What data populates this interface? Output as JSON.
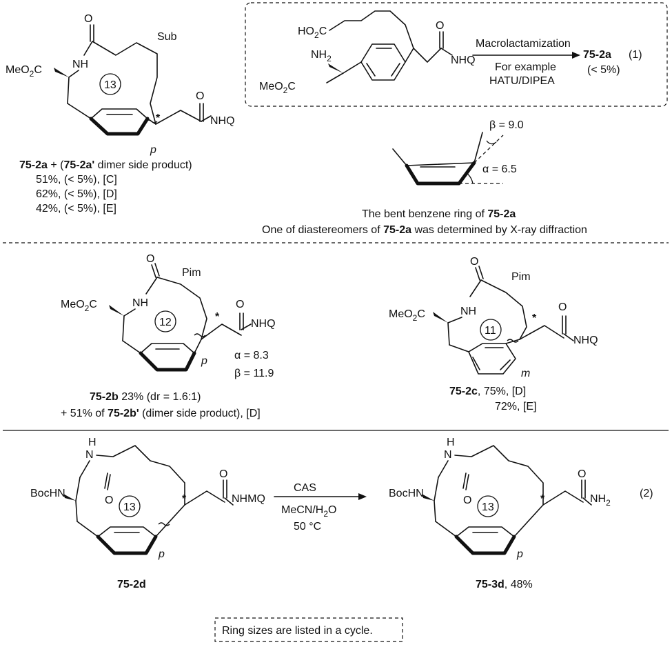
{
  "panel1": {
    "sub_label": "Sub",
    "ring_size": "13",
    "meo2c": "MeO",
    "o2c": "C",
    "nh": "NH",
    "nhq": "NHQ",
    "o": "O",
    "p": "p",
    "star": "*",
    "caption_line1_bold": "75-2a",
    "caption_line1_mid": " + (",
    "caption_line1_bold2": "75-2a'",
    "caption_line1_end": " dimer side product)",
    "yield_rows": [
      "51%, (< 5%), [C]",
      "62%, (< 5%), [D]",
      "42%, (< 5%), [E]"
    ]
  },
  "box_reaction": {
    "ho2c": "HO",
    "c": "C",
    "nh2": "NH",
    "meo2c": "MeO",
    "nhq": "NHQ",
    "o": "O",
    "arrow_top": "Macrolactamization",
    "arrow_bottom1": "For example",
    "arrow_bottom2": "HATU/DIPEA",
    "product": "75-2a",
    "product_note": "(< 5%)",
    "eq_number": "(1)"
  },
  "bent_ring": {
    "beta": "β = 9.0",
    "alpha": "α = 6.5",
    "caption1_pre": "The bent benzene ring of ",
    "caption1_bold": "75-2a",
    "caption2_pre": "One of diastereomers of ",
    "caption2_bold": "75-2a",
    "caption2_post": " was determined by X-ray diffraction"
  },
  "panel2b": {
    "pim": "Pim",
    "ring_size": "12",
    "meo2c": "MeO",
    "c": "C",
    "nh": "NH",
    "nhq": "NHQ",
    "o": "O",
    "p": "p",
    "star": "*",
    "alpha": "α = 8.3",
    "beta": "β = 11.9",
    "caption1_bold": "75-2b",
    "caption1_rest": " 23% (dr = 1.6:1)",
    "caption2_pre": "+ 51% of ",
    "caption2_bold": "75-2b'",
    "caption2_post": " (dimer side product), [D]"
  },
  "panel2c": {
    "pim": "Pim",
    "ring_size": "11",
    "meo2c": "MeO",
    "c": "C",
    "nh": "NH",
    "nhq": "NHQ",
    "o": "O",
    "m": "m",
    "star": "*",
    "caption1_bold": "75-2c",
    "caption1_rest": ", 75%, [D]",
    "caption2": "72%, [E]"
  },
  "panel3": {
    "left_bochn": "BocHN",
    "left_h": "H",
    "left_n": "N",
    "left_o": "O",
    "left_ring": "13",
    "left_nhmq": "NHMQ",
    "left_o2": "O",
    "left_p": "p",
    "left_star": "*",
    "left_label": "75-2d",
    "arrow_top": "CAS",
    "arrow_mid": "MeCN/H",
    "arrow_mid_sub": "2",
    "arrow_mid_end": "O",
    "arrow_bottom": "50 °C",
    "right_bochn": "BocHN",
    "right_h": "H",
    "right_n": "N",
    "right_o": "O",
    "right_ring": "13",
    "right_nh2": "NH",
    "right_o2": "O",
    "right_p": "p",
    "right_star": "*",
    "right_label_bold": "75-3d",
    "right_label_rest": ", 48%",
    "eq_number": "(2)"
  },
  "footnote": "Ring sizes are listed in a cycle."
}
